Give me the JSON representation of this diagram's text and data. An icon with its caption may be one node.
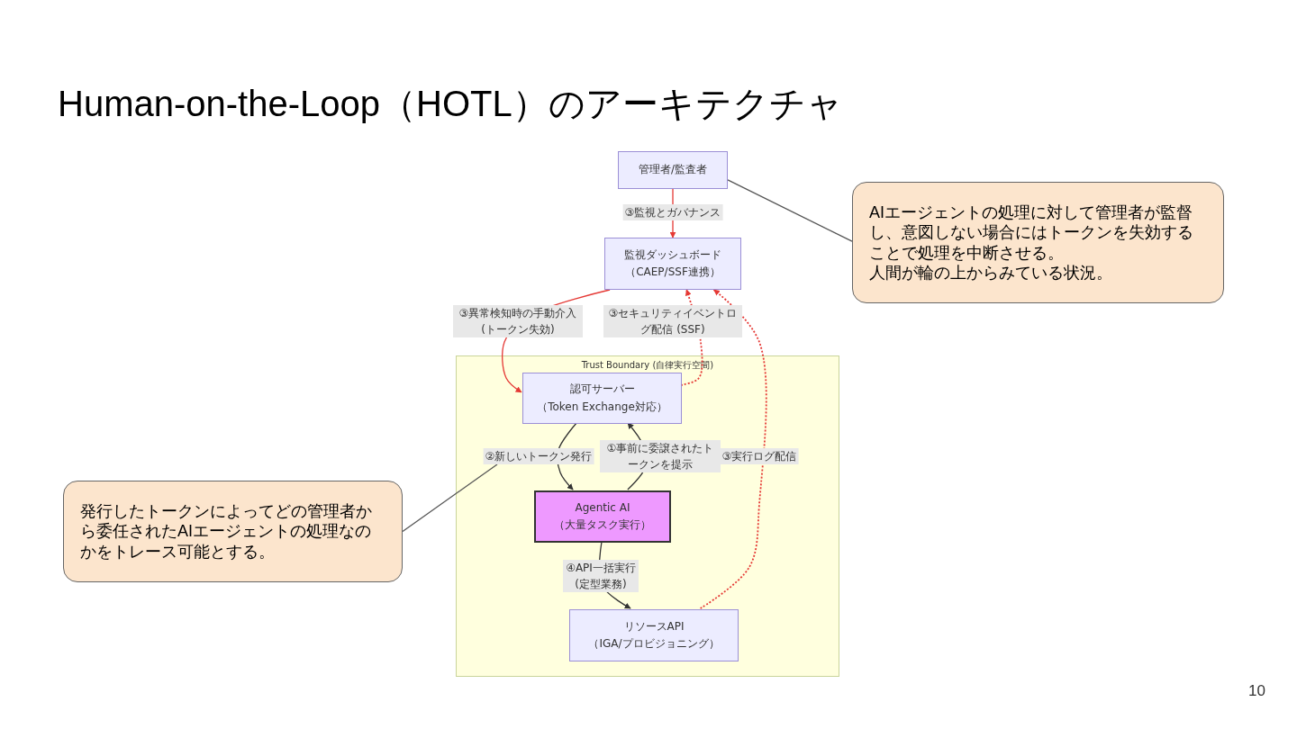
{
  "diagram": {
    "title": "Human-on-the-Loop（HOTL）のアーキテクチャ",
    "nodes": [
      {
        "text": [
          "管理者/監査者"
        ]
      },
      {
        "text": [
          "監視ダッシュボード",
          "（CAEP/SSF連携）"
        ]
      },
      {
        "text": [
          "Trust Boundary (自律実行空間)"
        ]
      },
      {
        "text": [
          "認可サーバー",
          "（Token Exchange対応）"
        ],
        "in": 2
      },
      {
        "text": [
          "Agentic AI",
          "（大量タスク実行）"
        ],
        "in": 2
      },
      {
        "text": [
          "リソースAPI",
          "（IGA/プロビジョニング）"
        ],
        "in": 2
      },
      {
        "text": [
          "AIエージェントの処理に対して管理者が監督し、意図しない場合にはトークンを失効することで処理を中断させる。",
          "人間が輪の上からみている状況。"
        ]
      },
      {
        "text": [
          "発行したトークンによってどの管理者から委任されたAIエージェントの処理なのかをトレース可能とする。"
        ]
      }
    ],
    "edges": [
      {
        "from": 0,
        "to": 1,
        "arrow": "to",
        "label": "③監視とガバナンス",
        "color": "#e53935"
      },
      {
        "from": 1,
        "to": 3,
        "arrow": "to",
        "label": "③異常検知時の手動介入 (トークン失効)",
        "color": "#e53935"
      },
      {
        "from": 3,
        "to": 1,
        "arrow": "to",
        "label": "③セキュリティイベントログ配信 (SSF)",
        "style": "dashed",
        "color": "#e53935"
      },
      {
        "from": 3,
        "to": 4,
        "arrow": "to",
        "label": "②新しいトークン発行",
        "color": "#333333"
      },
      {
        "from": 4,
        "to": 3,
        "arrow": "to",
        "label": "①事前に委譲されたトークンを提示",
        "color": "#333333"
      },
      {
        "from": 4,
        "to": 5,
        "arrow": "to",
        "label": "④API一括実行(定型業務)",
        "color": "#333333"
      },
      {
        "from": 5,
        "to": 1,
        "arrow": "to",
        "label": "③実行ログ配信",
        "style": "dashed",
        "color": "#e53935"
      },
      {
        "from": 6,
        "to": 0,
        "arrow": "none",
        "color": "#555555"
      },
      {
        "from": 7,
        "to": null,
        "arrow": "none",
        "color": "#555555"
      }
    ],
    "labels": [
      "10"
    ]
  }
}
